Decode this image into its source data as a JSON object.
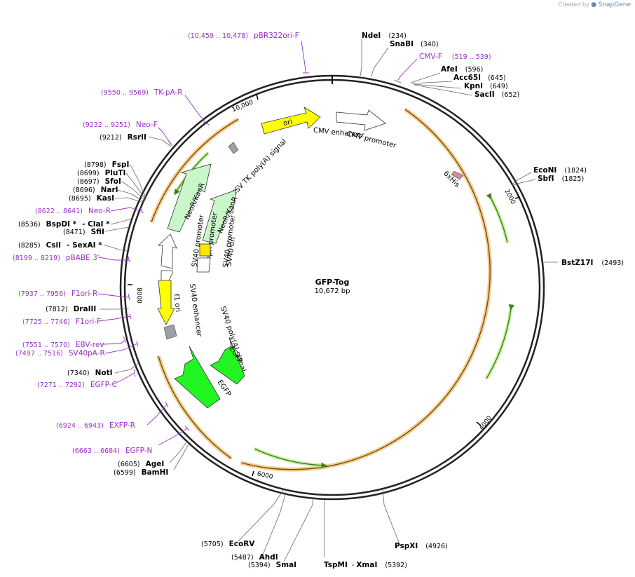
{
  "brand": {
    "created_by": "Created by",
    "app": "SnapGene"
  },
  "plasmid": {
    "name": "GFP-Tog",
    "size_text": "10,672 bp",
    "length": 10672
  },
  "ticks": [
    "10,000",
    "2000",
    "4000",
    "6000",
    "8000"
  ],
  "colors": {
    "primer": "#9b30c8",
    "ori": "#ffff00",
    "neo": "#c9f7c9",
    "egfp": "#22f522",
    "signal": "#9aa0a6",
    "enhancer": "#ffffff",
    "sv40ori": "#ffe600",
    "orf_glow": "#f3c77c",
    "orf_line": "#3f7f22"
  },
  "enzymes": [
    {
      "name": "NdeI",
      "pos": "(234)"
    },
    {
      "name": "SnaBI",
      "pos": "(340)"
    },
    {
      "name": "AfeI",
      "pos": "(596)"
    },
    {
      "name": "Acc65I",
      "pos": "(645)"
    },
    {
      "name": "KpnI",
      "pos": "(649)"
    },
    {
      "name": "SacII",
      "pos": "(652)"
    },
    {
      "name": "EcoNI",
      "pos": "(1824)"
    },
    {
      "name": "SbfI",
      "pos": "(1825)"
    },
    {
      "name": "BstZ17I",
      "pos": "(2493)"
    },
    {
      "name": "PspXI",
      "pos": "(4926)"
    },
    {
      "name": "TspMI",
      "pos": "",
      "sep": "-",
      "name2": "XmaI",
      "pos2": "(5392)"
    },
    {
      "name": "SmaI",
      "pos": "(5394)"
    },
    {
      "name": "AhdI",
      "pos": "(5487)"
    },
    {
      "name": "EcoRV",
      "pos": "(5705)"
    },
    {
      "name": "BamHI",
      "pos": "(6599)"
    },
    {
      "name": "AgeI",
      "pos": "(6605)"
    },
    {
      "name": "NotI",
      "pos": "(7340)"
    },
    {
      "name": "DraIII",
      "pos": "(7812)"
    },
    {
      "name": "CsiI",
      "pos": "(8285)",
      "sep": "- SexAI *"
    },
    {
      "name": "SfiI",
      "pos": "(8471)"
    },
    {
      "name": "BspDI *",
      "pos": "(8536)",
      "sep": "- ClaI *"
    },
    {
      "name": "KasI",
      "pos": "(8695)"
    },
    {
      "name": "NarI",
      "pos": "(8696)"
    },
    {
      "name": "SfoI",
      "pos": "(8697)"
    },
    {
      "name": "PluTI",
      "pos": "(8699)"
    },
    {
      "name": "FspI",
      "pos": "(8798)"
    },
    {
      "name": "RsrII",
      "pos": "(9212)"
    }
  ],
  "primers": [
    {
      "range": "(10,459 .. 10,478)",
      "name": "pBR322ori-F"
    },
    {
      "range": "(519 .. 539)",
      "name": "CMV-F"
    },
    {
      "range": "(9550 .. 9569)",
      "name": "TK-pA-R"
    },
    {
      "range": "(9232 .. 9251)",
      "name": "Neo-F"
    },
    {
      "range": "(8622 .. 8641)",
      "name": "Neo-R"
    },
    {
      "range": "(8199 .. 8219)",
      "name": "pBABE 3'"
    },
    {
      "range": "(7937 .. 7956)",
      "name": "F1ori-R"
    },
    {
      "range": "(7725 .. 7746)",
      "name": "F1ori-F"
    },
    {
      "range": "(7551 .. 7570)",
      "name": "EBV-rev"
    },
    {
      "range": "(7497 .. 7516)",
      "name": "SV40pA-R"
    },
    {
      "range": "(7271 .. 7292)",
      "name": "EGFP-C"
    },
    {
      "range": "(6924 .. 6943)",
      "name": "EXFP-R"
    },
    {
      "range": "(6663 .. 6684)",
      "name": "EGFP-N"
    }
  ],
  "features": {
    "ori": "ori",
    "cmv_enhancer": "CMV enhancer",
    "cmv_promoter": "CMV promoter",
    "his": "6xHis",
    "hsv_tk": "HSV TK poly(A) signal",
    "neokanr_outer": "NeoR/KanR",
    "neokanr_inner": "NeoR/KanR",
    "sv40_promoter_outer": "SV40 promoter",
    "sv40_promoter_inner": "SV40 promoter",
    "ampr_promoter": "AmpR promoter",
    "sv40_ori": "SV40 ori",
    "sv40_enhancer": "SV40 enhancer",
    "f1_ori": "f1 ori",
    "sv40_polya": "SV40 poly(A) signal",
    "egfp_inner": "EGFP",
    "egfp_outer": "EGFP"
  }
}
